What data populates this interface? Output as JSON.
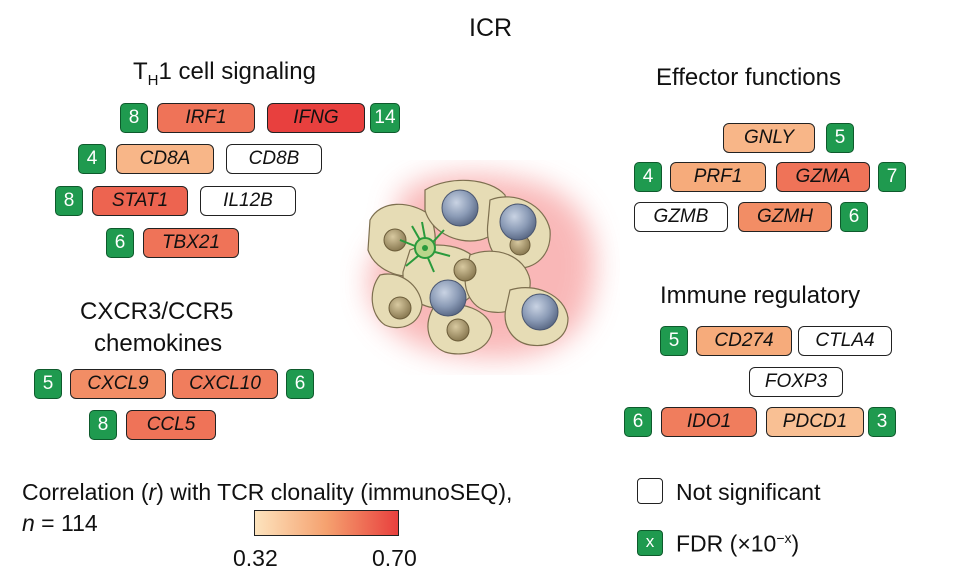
{
  "title": "ICR",
  "groups": [
    {
      "id": "th1",
      "heading_main": "T",
      "heading_sub": "H",
      "heading_rest": "1 cell signaling",
      "rows": [
        {
          "fdr_left": "8",
          "genes": [
            {
              "name": "IRF1",
              "r": 0.6
            },
            {
              "name": "IFNG",
              "r": 0.7
            }
          ],
          "fdr_right": "14"
        },
        {
          "fdr_left": "4",
          "genes": [
            {
              "name": "CD8A",
              "r": 0.45
            },
            {
              "name": "CD8B",
              "r": null
            }
          ]
        },
        {
          "fdr_left": "8",
          "genes": [
            {
              "name": "STAT1",
              "r": 0.63
            },
            {
              "name": "IL12B",
              "r": null
            }
          ]
        },
        {
          "fdr_left": "6",
          "genes": [
            {
              "name": "TBX21",
              "r": 0.6
            }
          ]
        }
      ]
    },
    {
      "id": "chemokines",
      "heading_line1": "CXCR3/CCR5",
      "heading_line2": "chemokines",
      "rows": [
        {
          "fdr_left": "5",
          "genes": [
            {
              "name": "CXCL9",
              "r": 0.55
            },
            {
              "name": "CXCL10",
              "r": 0.58
            }
          ],
          "fdr_right": "6"
        },
        {
          "fdr_left": "8",
          "genes": [
            {
              "name": "CCL5",
              "r": 0.6
            }
          ]
        }
      ]
    },
    {
      "id": "effector",
      "heading": "Effector functions",
      "rows": [
        {
          "genes": [
            {
              "name": "GNLY",
              "r": 0.45
            }
          ],
          "fdr_right": "5"
        },
        {
          "fdr_left": "4",
          "genes": [
            {
              "name": "PRF1",
              "r": 0.48
            },
            {
              "name": "GZMA",
              "r": 0.6
            }
          ],
          "fdr_right": "7"
        },
        {
          "genes": [
            {
              "name": "GZMB",
              "r": null
            },
            {
              "name": "GZMH",
              "r": 0.55
            }
          ],
          "fdr_right": "6"
        }
      ]
    },
    {
      "id": "immune",
      "heading": "Immune regulatory",
      "rows": [
        {
          "fdr_left": "5",
          "genes": [
            {
              "name": "CD274",
              "r": 0.48
            },
            {
              "name": "CTLA4",
              "r": null
            }
          ]
        },
        {
          "genes": [
            {
              "name": "FOXP3",
              "r": null
            }
          ]
        },
        {
          "fdr_left": "6",
          "genes": [
            {
              "name": "IDO1",
              "r": 0.58
            },
            {
              "name": "PDCD1",
              "r": 0.42
            }
          ],
          "fdr_right": "3"
        }
      ]
    }
  ],
  "legend": {
    "line1_pre": "Correlation (",
    "line1_r": "r",
    "line1_post": ") with TCR clonality (immunoSEQ),",
    "line2_n": "n",
    "line2_rest": " = 114",
    "colorbar_min": "0.32",
    "colorbar_max": "0.70",
    "not_significant": "Not significant",
    "fdr_box_mark": "x",
    "fdr_text": "FDR (×10",
    "fdr_sup": "−x",
    "fdr_close": ")"
  },
  "colors": {
    "scale_low": "#fde3bd",
    "scale_mid": "#f5a16f",
    "scale_high": "#e8403e",
    "fdr_green": "#1f9a4f"
  }
}
